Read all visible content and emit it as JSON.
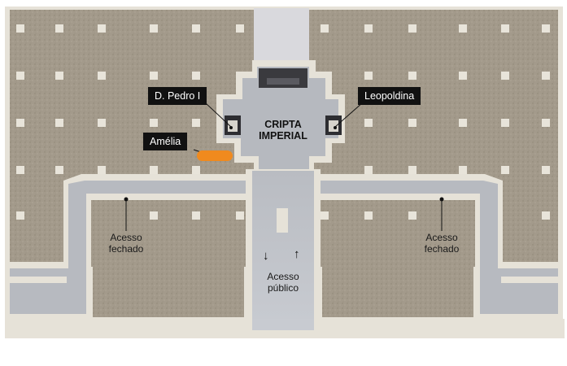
{
  "labels": {
    "crypt_title_line1": "CRIPTA",
    "crypt_title_line2": "IMPERIAL",
    "tomb_pedro": "D. Pedro I",
    "tomb_leopoldina": "Leopoldina",
    "tomb_amelia": "Amélia",
    "left_access_line1": "Acesso",
    "left_access_line2": "fechado",
    "right_access_line1": "Acesso",
    "right_access_line2": "fechado",
    "public_access_line1": "Acesso",
    "public_access_line2": "público"
  },
  "arrows": {
    "down": "↓",
    "up": "↑"
  },
  "colors": {
    "ground": "#a09888",
    "wall": "#e4e0d6",
    "corridor": "#b7bac0",
    "corridor_light": "#c9ccd2",
    "label_bg": "#111111",
    "label_text": "#ffffff",
    "amelia_tomb": "#f08a1e"
  }
}
